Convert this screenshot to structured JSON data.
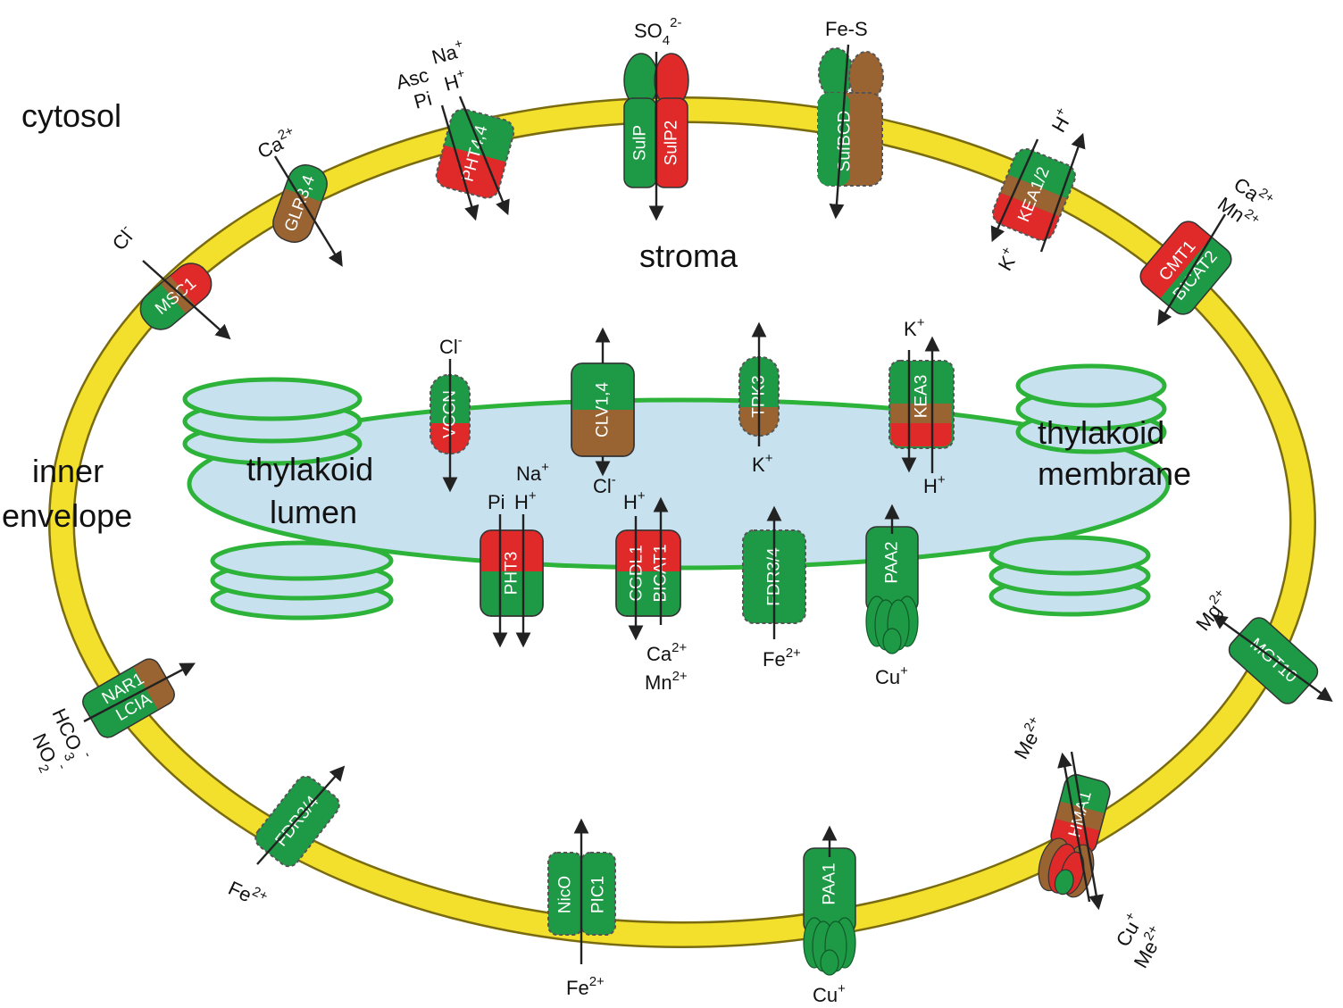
{
  "colors": {
    "envelope": "#f2e02c",
    "envelope_edge": "#7a6b10",
    "lumen_fill": "#c8e1ef",
    "thylakoid_edge": "#2db33a",
    "green": "#1e9a46",
    "red": "#e02a2a",
    "brown": "#9a6332"
  },
  "compartments": {
    "cytosol": "cytosol",
    "stroma": "stroma",
    "inner_envelope": [
      "inner",
      "envelope"
    ],
    "thylakoid_lumen": [
      "thylakoid",
      "lumen"
    ],
    "thylakoid_membrane": [
      "thylakoid",
      "membrane"
    ]
  },
  "envelope_proteins": {
    "msc1": {
      "name": "MSC1",
      "substrates": [
        {
          "t": "Cl",
          "s": "-"
        }
      ]
    },
    "glr34": {
      "name": "GLR3,4",
      "substrates": [
        {
          "t": "Ca",
          "s": "2+"
        }
      ]
    },
    "pht44": {
      "name": "PHT4,4",
      "substrates": [
        {
          "t": "Asc",
          "s": ""
        },
        {
          "t": "Na",
          "s": "+"
        },
        {
          "t": "Pi",
          "s": ""
        },
        {
          "t": "H",
          "s": "+"
        }
      ]
    },
    "sulp": {
      "names": [
        "SulP",
        "SulP2"
      ],
      "substrates": [
        {
          "t": "SO",
          "sub": "4",
          "s": "2-"
        }
      ]
    },
    "sufbcd": {
      "name": "SufBCD",
      "substrates": [
        {
          "t": "Fe-S",
          "s": ""
        }
      ]
    },
    "kea12": {
      "name": "KEA1/2",
      "substrates": [
        {
          "t": "H",
          "s": "+"
        },
        {
          "t": "K",
          "s": "+"
        }
      ]
    },
    "cmt1": {
      "names": [
        "CMT1",
        "BICAT2"
      ],
      "substrates": [
        {
          "t": "Ca",
          "s": "2+"
        },
        {
          "t": "Mn",
          "s": "2+"
        }
      ]
    },
    "mgt10": {
      "name": "MGT10",
      "substrates": [
        {
          "t": "Mg",
          "s": "2+"
        }
      ]
    },
    "hma1": {
      "name": "HMA1",
      "substrates": [
        {
          "t": "Me",
          "s": "2+"
        },
        {
          "t": "Cu",
          "s": "+"
        },
        {
          "t": "Me",
          "s": "2+"
        }
      ]
    },
    "paa1": {
      "name": "PAA1",
      "substrates": [
        {
          "t": "Cu",
          "s": "+"
        }
      ]
    },
    "nico": {
      "names": [
        "NicO",
        "PIC1"
      ],
      "substrates": [
        {
          "t": "Fe",
          "s": "2+"
        }
      ]
    },
    "fdr34_env": {
      "name": "FDR3/4",
      "substrates": [
        {
          "t": "Fe",
          "s": "2+"
        }
      ]
    },
    "nar1": {
      "names": [
        "NAR1",
        "LCIA"
      ],
      "substrates": [
        {
          "t": "HCO",
          "sub": "3",
          "s": "-"
        },
        {
          "t": "NO",
          "sub": "2",
          "s": "-"
        }
      ]
    }
  },
  "thylakoid_proteins": {
    "vccn": {
      "name": "VCCN",
      "substrates": [
        {
          "t": "Cl",
          "s": "-"
        }
      ]
    },
    "clv14": {
      "name": "CLV1,4",
      "substrates": [
        {
          "t": "Cl",
          "s": "-"
        }
      ]
    },
    "tpk3": {
      "name": "TPK3",
      "substrates": [
        {
          "t": "K",
          "s": "+"
        }
      ]
    },
    "kea3": {
      "name": "KEA3",
      "substrates": [
        {
          "t": "K",
          "s": "+"
        },
        {
          "t": "H",
          "s": "+"
        }
      ]
    },
    "pht3": {
      "name": "PHT3",
      "substrates": [
        {
          "t": "Na",
          "s": "+"
        },
        {
          "t": "Pi",
          "s": ""
        },
        {
          "t": "H",
          "s": "+"
        }
      ]
    },
    "cgdl1": {
      "names": [
        "CGDL1",
        "BICAT1"
      ],
      "substrates": [
        {
          "t": "H",
          "s": "+"
        },
        {
          "t": "Ca",
          "s": "2+"
        },
        {
          "t": "Mn",
          "s": "2+"
        }
      ]
    },
    "fdr34_thy": {
      "name": "FDR3/4",
      "substrates": [
        {
          "t": "Fe",
          "s": "2+"
        }
      ]
    },
    "paa2": {
      "name": "PAA2",
      "substrates": [
        {
          "t": "Cu",
          "s": "+"
        }
      ]
    }
  }
}
